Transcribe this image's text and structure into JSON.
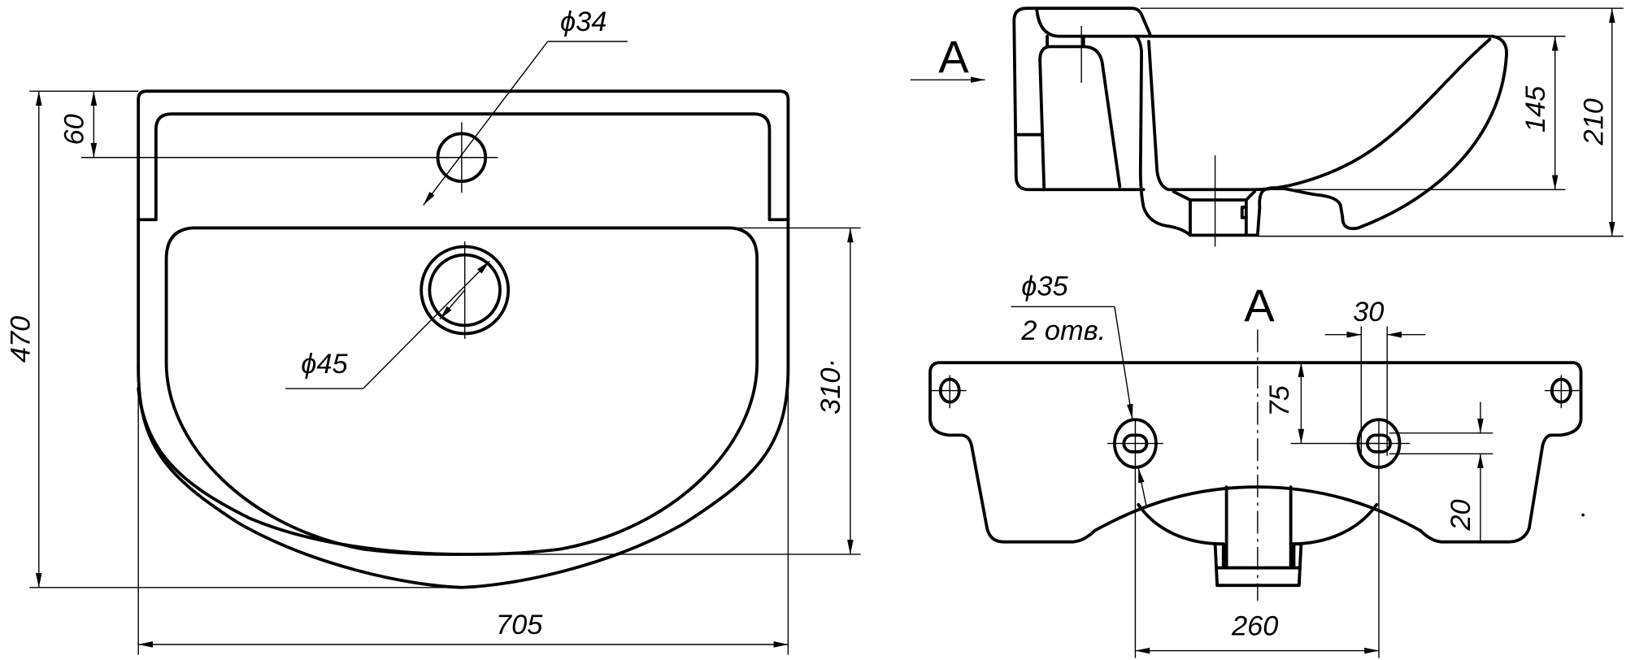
{
  "title": "Washbasin technical drawing",
  "top_view": {
    "dims": {
      "tap_hole_diameter": "ϕ34",
      "rim_to_tap_hole": "60",
      "overall_depth": "470",
      "drain_diameter": "ϕ45",
      "bowl_depth": "310·",
      "overall_width": "705"
    }
  },
  "side_view": {
    "view_marker": "A",
    "dims": {
      "bowl_height": "145",
      "overall_height": "210"
    }
  },
  "view_a": {
    "title": "A",
    "dims": {
      "hole_diameter": "ϕ35",
      "hole_count": "2 отв.",
      "slot_width": "30",
      "hole_offset": "75",
      "slot_height": "20",
      "hole_spacing": "260"
    }
  },
  "colors": {
    "line": "#000000",
    "background": "#ffffff"
  }
}
